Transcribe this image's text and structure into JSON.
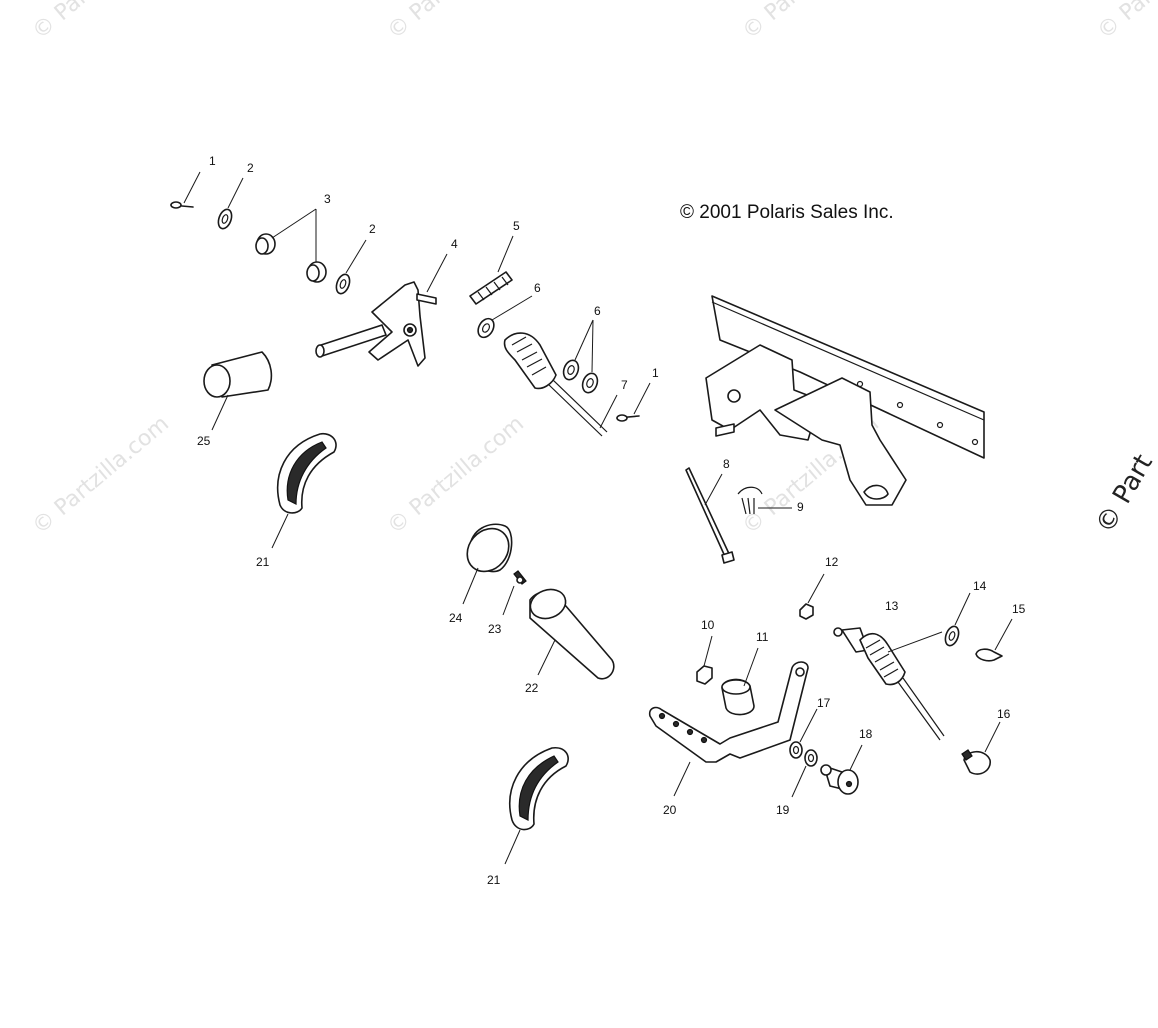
{
  "diagram": {
    "copyright": "© 2001 Polaris Sales Inc.",
    "watermark_text": "© Partzilla.com",
    "edge_watermark_text": "© Part",
    "callouts": [
      "1",
      "2",
      "3",
      "2",
      "4",
      "5",
      "6",
      "6",
      "7",
      "1",
      "8",
      "9",
      "25",
      "21",
      "24",
      "23",
      "22",
      "12",
      "13",
      "14",
      "15",
      "10",
      "11",
      "17",
      "18",
      "16",
      "20",
      "19",
      "21"
    ]
  }
}
